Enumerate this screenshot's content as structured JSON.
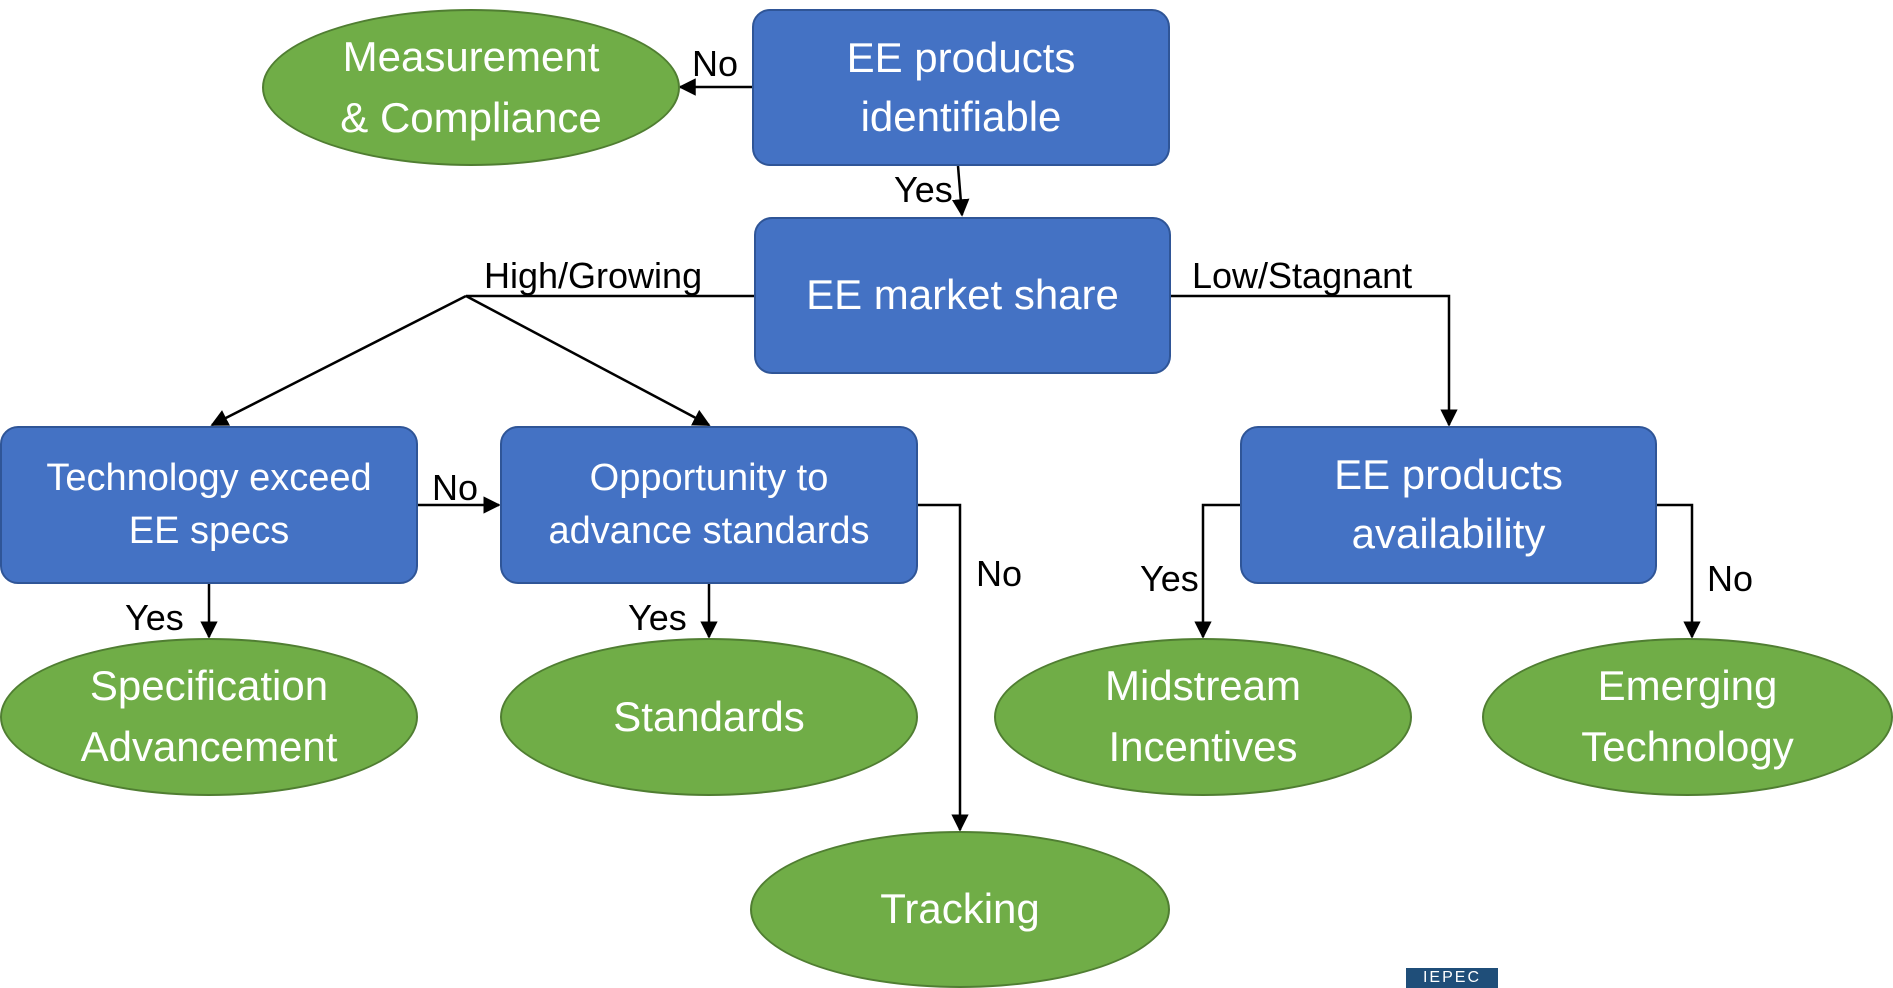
{
  "nodes": {
    "ee_products_identifiable": "EE products\nidentifiable",
    "ee_market_share": "EE market share",
    "technology_exceed_specs": "Technology exceed\nEE specs",
    "opportunity_advance_standards": "Opportunity to\nadvance standards",
    "ee_products_availability": "EE products\navailability"
  },
  "outcomes": {
    "measurement_compliance": "Measurement\n& Compliance",
    "specification_advancement": "Specification\nAdvancement",
    "standards": "Standards",
    "midstream_incentives": "Midstream\nIncentives",
    "emerging_technology": "Emerging\nTechnology",
    "tracking": "Tracking"
  },
  "edge_labels": {
    "identifiable_no": "No",
    "identifiable_yes": "Yes",
    "market_high_growing": "High/Growing",
    "market_low_stagnant": "Low/Stagnant",
    "tech_no": "No",
    "tech_yes": "Yes",
    "opportunity_yes": "Yes",
    "opportunity_no": "No",
    "availability_yes": "Yes",
    "availability_no": "No"
  },
  "colors": {
    "decision_fill": "#4472C4",
    "decision_border": "#2F5597",
    "outcome_fill": "#70AD47",
    "outcome_border": "#507E32",
    "connector": "#000000"
  },
  "logo_text": "IEPEC"
}
